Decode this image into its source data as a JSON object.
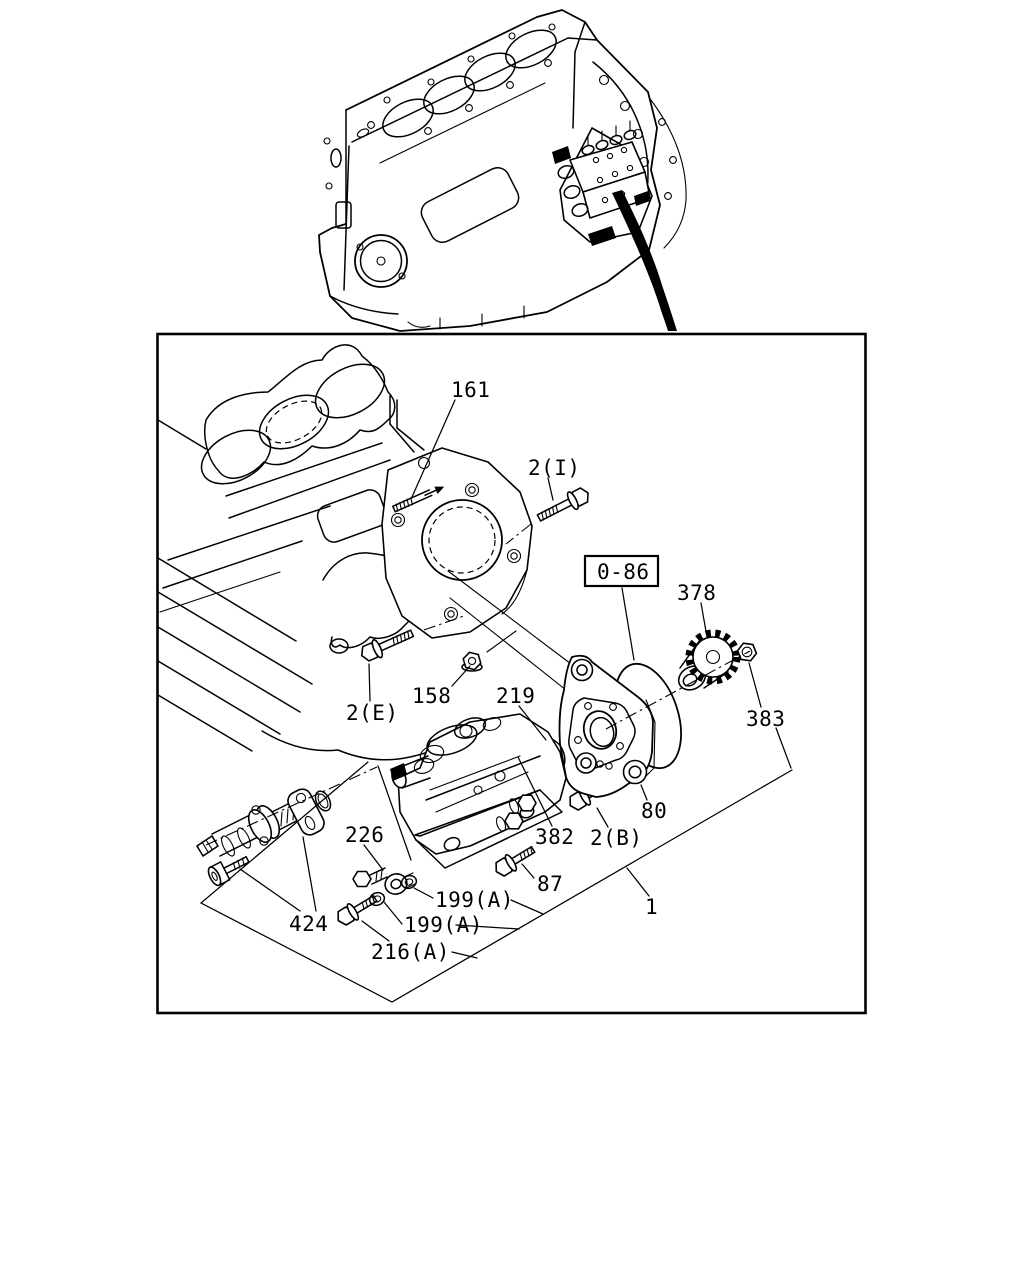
{
  "figure": {
    "kind": "exploded-parts-diagram",
    "background": "#ffffff",
    "ink": "#000000",
    "reference_box_label": "0-86"
  },
  "labels": [
    {
      "id": "161",
      "text": "161"
    },
    {
      "id": "2I",
      "text": "2(I)"
    },
    {
      "id": "378",
      "text": "378"
    },
    {
      "id": "383",
      "text": "383"
    },
    {
      "id": "158",
      "text": "158"
    },
    {
      "id": "219",
      "text": "219"
    },
    {
      "id": "2E",
      "text": "2(E)"
    },
    {
      "id": "80",
      "text": "80"
    },
    {
      "id": "2B",
      "text": "2(B)"
    },
    {
      "id": "382",
      "text": "382"
    },
    {
      "id": "87",
      "text": "87"
    },
    {
      "id": "226",
      "text": "226"
    },
    {
      "id": "199A1",
      "text": "199(A)"
    },
    {
      "id": "199A2",
      "text": "199(A)"
    },
    {
      "id": "216A",
      "text": "216(A)"
    },
    {
      "id": "424",
      "text": "424"
    },
    {
      "id": "1",
      "text": "1"
    }
  ]
}
